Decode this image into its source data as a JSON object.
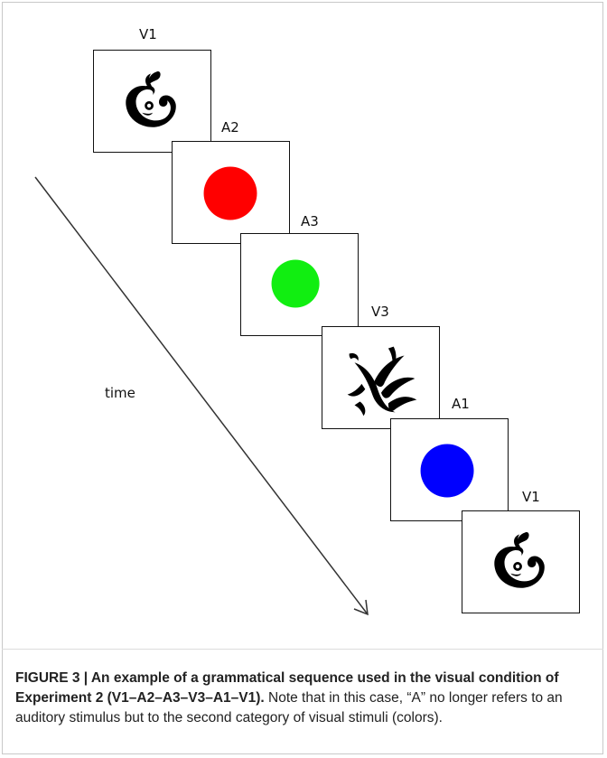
{
  "diagram": {
    "time_label": "time",
    "frames": [
      {
        "label": "V1",
        "kind": "ornament",
        "variant": "swirl"
      },
      {
        "label": "A2",
        "kind": "circle",
        "color": "#ff0000"
      },
      {
        "label": "A3",
        "kind": "circle",
        "color": "#11ee11"
      },
      {
        "label": "V3",
        "kind": "ornament",
        "variant": "leaf"
      },
      {
        "label": "A1",
        "kind": "circle",
        "color": "#0000ff"
      },
      {
        "label": "V1",
        "kind": "ornament",
        "variant": "swirl"
      }
    ]
  },
  "caption": {
    "bold": "FIGURE 3 | An example of a grammatical sequence used in the visual condition of Experiment 2 (V1–A2–A3–V3–A1–V1).",
    "text": " Note that in this case, “A” no longer refers to an auditory stimulus but to the second category of visual stimuli (colors)."
  }
}
